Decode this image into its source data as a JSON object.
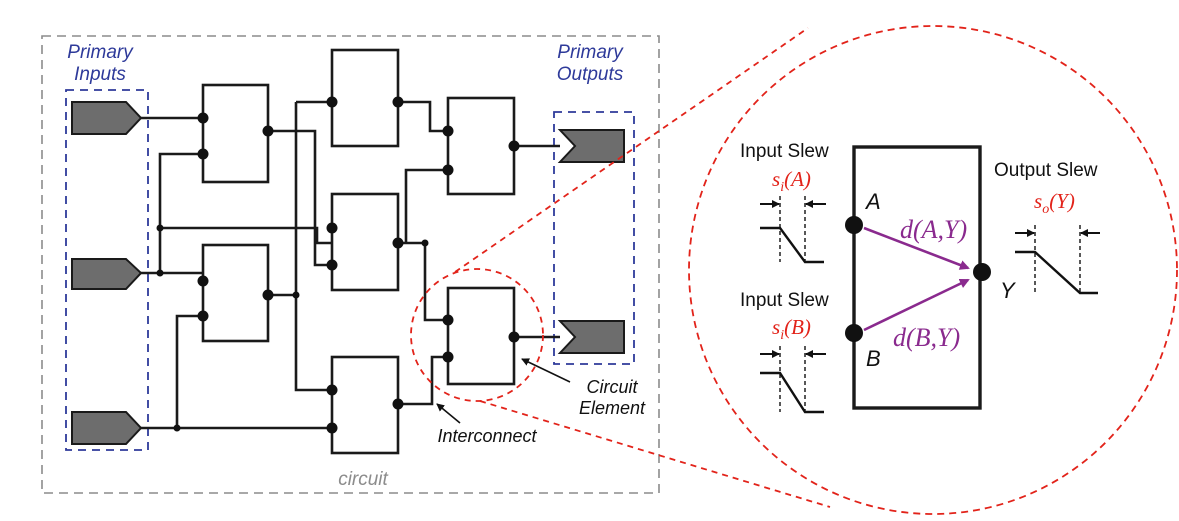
{
  "colors": {
    "accent_blue": "#2e3a9a",
    "accent_red": "#e2231a",
    "accent_purple": "#8a2a8e",
    "gray_text": "#8c8c8c",
    "port_fill": "#6d6d6d"
  },
  "labels": {
    "primary_inputs_line1": "Primary",
    "primary_inputs_line2": "Inputs",
    "primary_outputs_line1": "Primary",
    "primary_outputs_line2": "Outputs",
    "circuit": "circuit",
    "interconnect": "Interconnect",
    "circuit_element_line1": "Circuit",
    "circuit_element_line2": "Element"
  },
  "zoom": {
    "input_slew_top": "Input Slew",
    "input_slew_bottom": "Input Slew",
    "output_slew": "Output Slew",
    "slew_a": "s",
    "slew_a_sub": "i",
    "slew_a_arg": "(A)",
    "slew_b": "s",
    "slew_b_sub": "i",
    "slew_b_arg": "(B)",
    "slew_y": "s",
    "slew_y_sub": "o",
    "slew_y_arg": "(Y)",
    "pin_a": "A",
    "pin_b": "B",
    "pin_y": "Y",
    "delay_ay": "d(A,Y)",
    "delay_by": "d(B,Y)"
  }
}
